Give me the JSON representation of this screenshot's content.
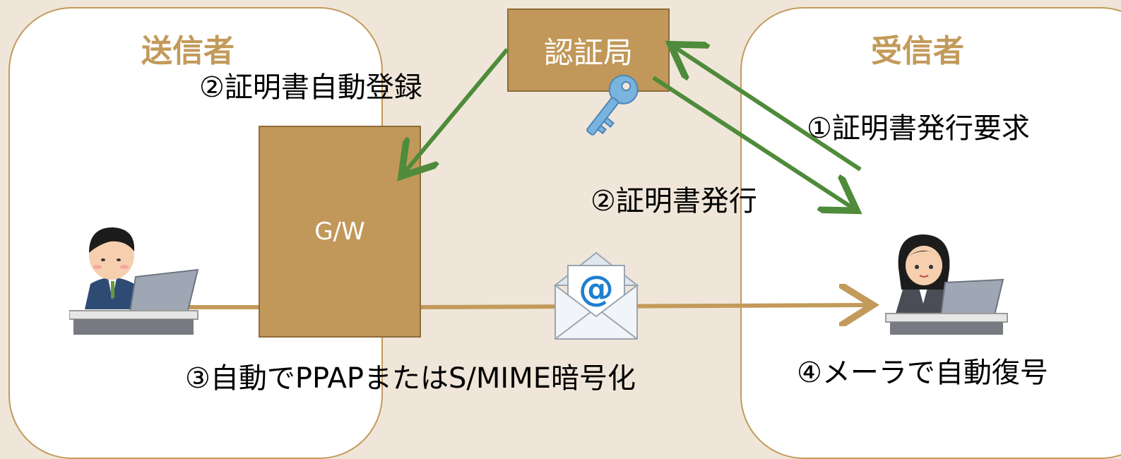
{
  "sender": {
    "title": "送信者"
  },
  "receiver": {
    "title": "受信者"
  },
  "ca": {
    "label": "認証局"
  },
  "gateway": {
    "label": "G/W"
  },
  "steps": {
    "request": "①証明書発行要求",
    "issue": "②証明書発行",
    "register": "②証明書自動登録",
    "encrypt": "③自動でPPAPまたはS/MIME暗号化",
    "decrypt": "④メーラで自動復号"
  },
  "colors": {
    "background": "#efe6d9",
    "panel_border": "#c39a5a",
    "box_fill": "#c1985a",
    "arrow_green": "#4e8b3a",
    "mail_line": "#c39a5a"
  },
  "icons": [
    "key-icon",
    "mail-icon",
    "sender-person-icon",
    "receiver-person-icon"
  ]
}
